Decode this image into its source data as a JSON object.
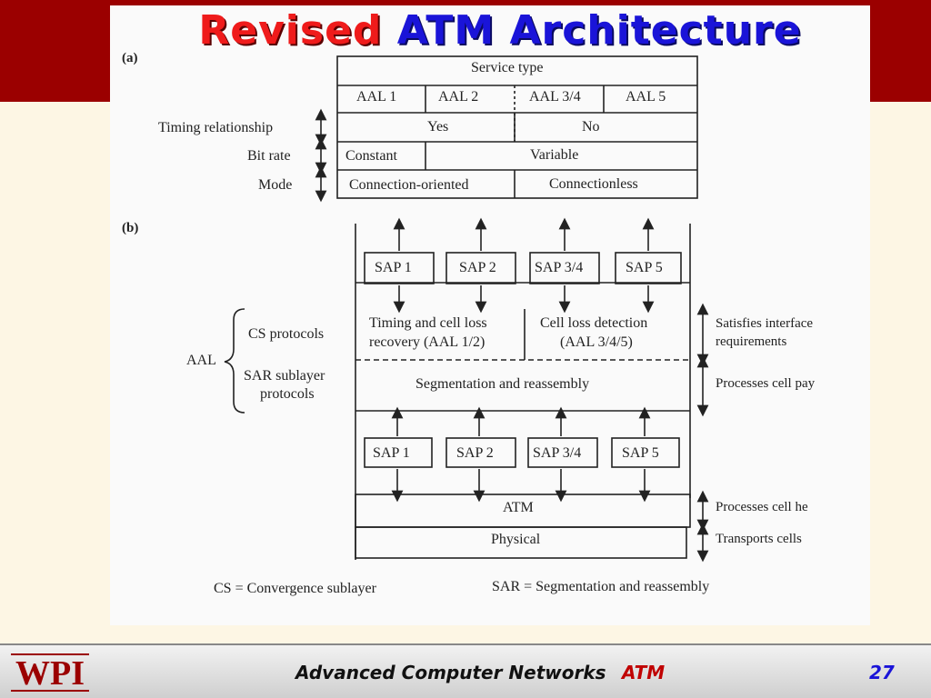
{
  "slide": {
    "title_part1": "Revised",
    "title_part2": "ATM Architecture",
    "footer_course": "Advanced Computer Networks",
    "footer_topic": "ATM",
    "page_number": "27",
    "logo_text": "WPI",
    "colors": {
      "title_red": "#ef1b1b",
      "title_blue": "#1a14d8",
      "banner": "#9b0000",
      "background": "#fdf6e4"
    }
  },
  "diagram": {
    "part_a": {
      "label": "(a)",
      "header": "Service type",
      "classes": [
        "AAL 1",
        "AAL 2",
        "AAL 3/4",
        "AAL 5"
      ],
      "row_labels": [
        "Timing relationship",
        "Bit rate",
        "Mode"
      ],
      "timing": [
        "Yes",
        "No"
      ],
      "bitrate": [
        "Constant",
        "Variable"
      ],
      "mode": [
        "Connection-oriented",
        "Connectionless"
      ]
    },
    "part_b": {
      "label": "(b)",
      "upper_saps": [
        "SAP 1",
        "SAP 2",
        "SAP 3/4",
        "SAP 5"
      ],
      "lower_saps": [
        "SAP 1",
        "SAP 2",
        "SAP 3/4",
        "SAP 5"
      ],
      "cs_left_line1": "Timing and cell loss",
      "cs_left_line2": "recovery (AAL 1/2)",
      "cs_right_line1": "Cell loss detection",
      "cs_right_line2": "(AAL 3/4/5)",
      "sar_text": "Segmentation and reassembly",
      "atm_layer": "ATM",
      "physical_layer": "Physical",
      "aal_label": "AAL",
      "cs_protocols": "CS protocols",
      "sar_label_line1": "SAR sublayer",
      "sar_label_line2": "protocols",
      "right_notes": {
        "cs_line1": "Satisfies interface",
        "cs_line2": "requirements",
        "sar": "Processes cell pay",
        "atm": "Processes cell he",
        "physical": "Transports cells"
      },
      "legend_cs": "CS = Convergence sublayer",
      "legend_sar": "SAR = Segmentation and reassembly"
    }
  }
}
